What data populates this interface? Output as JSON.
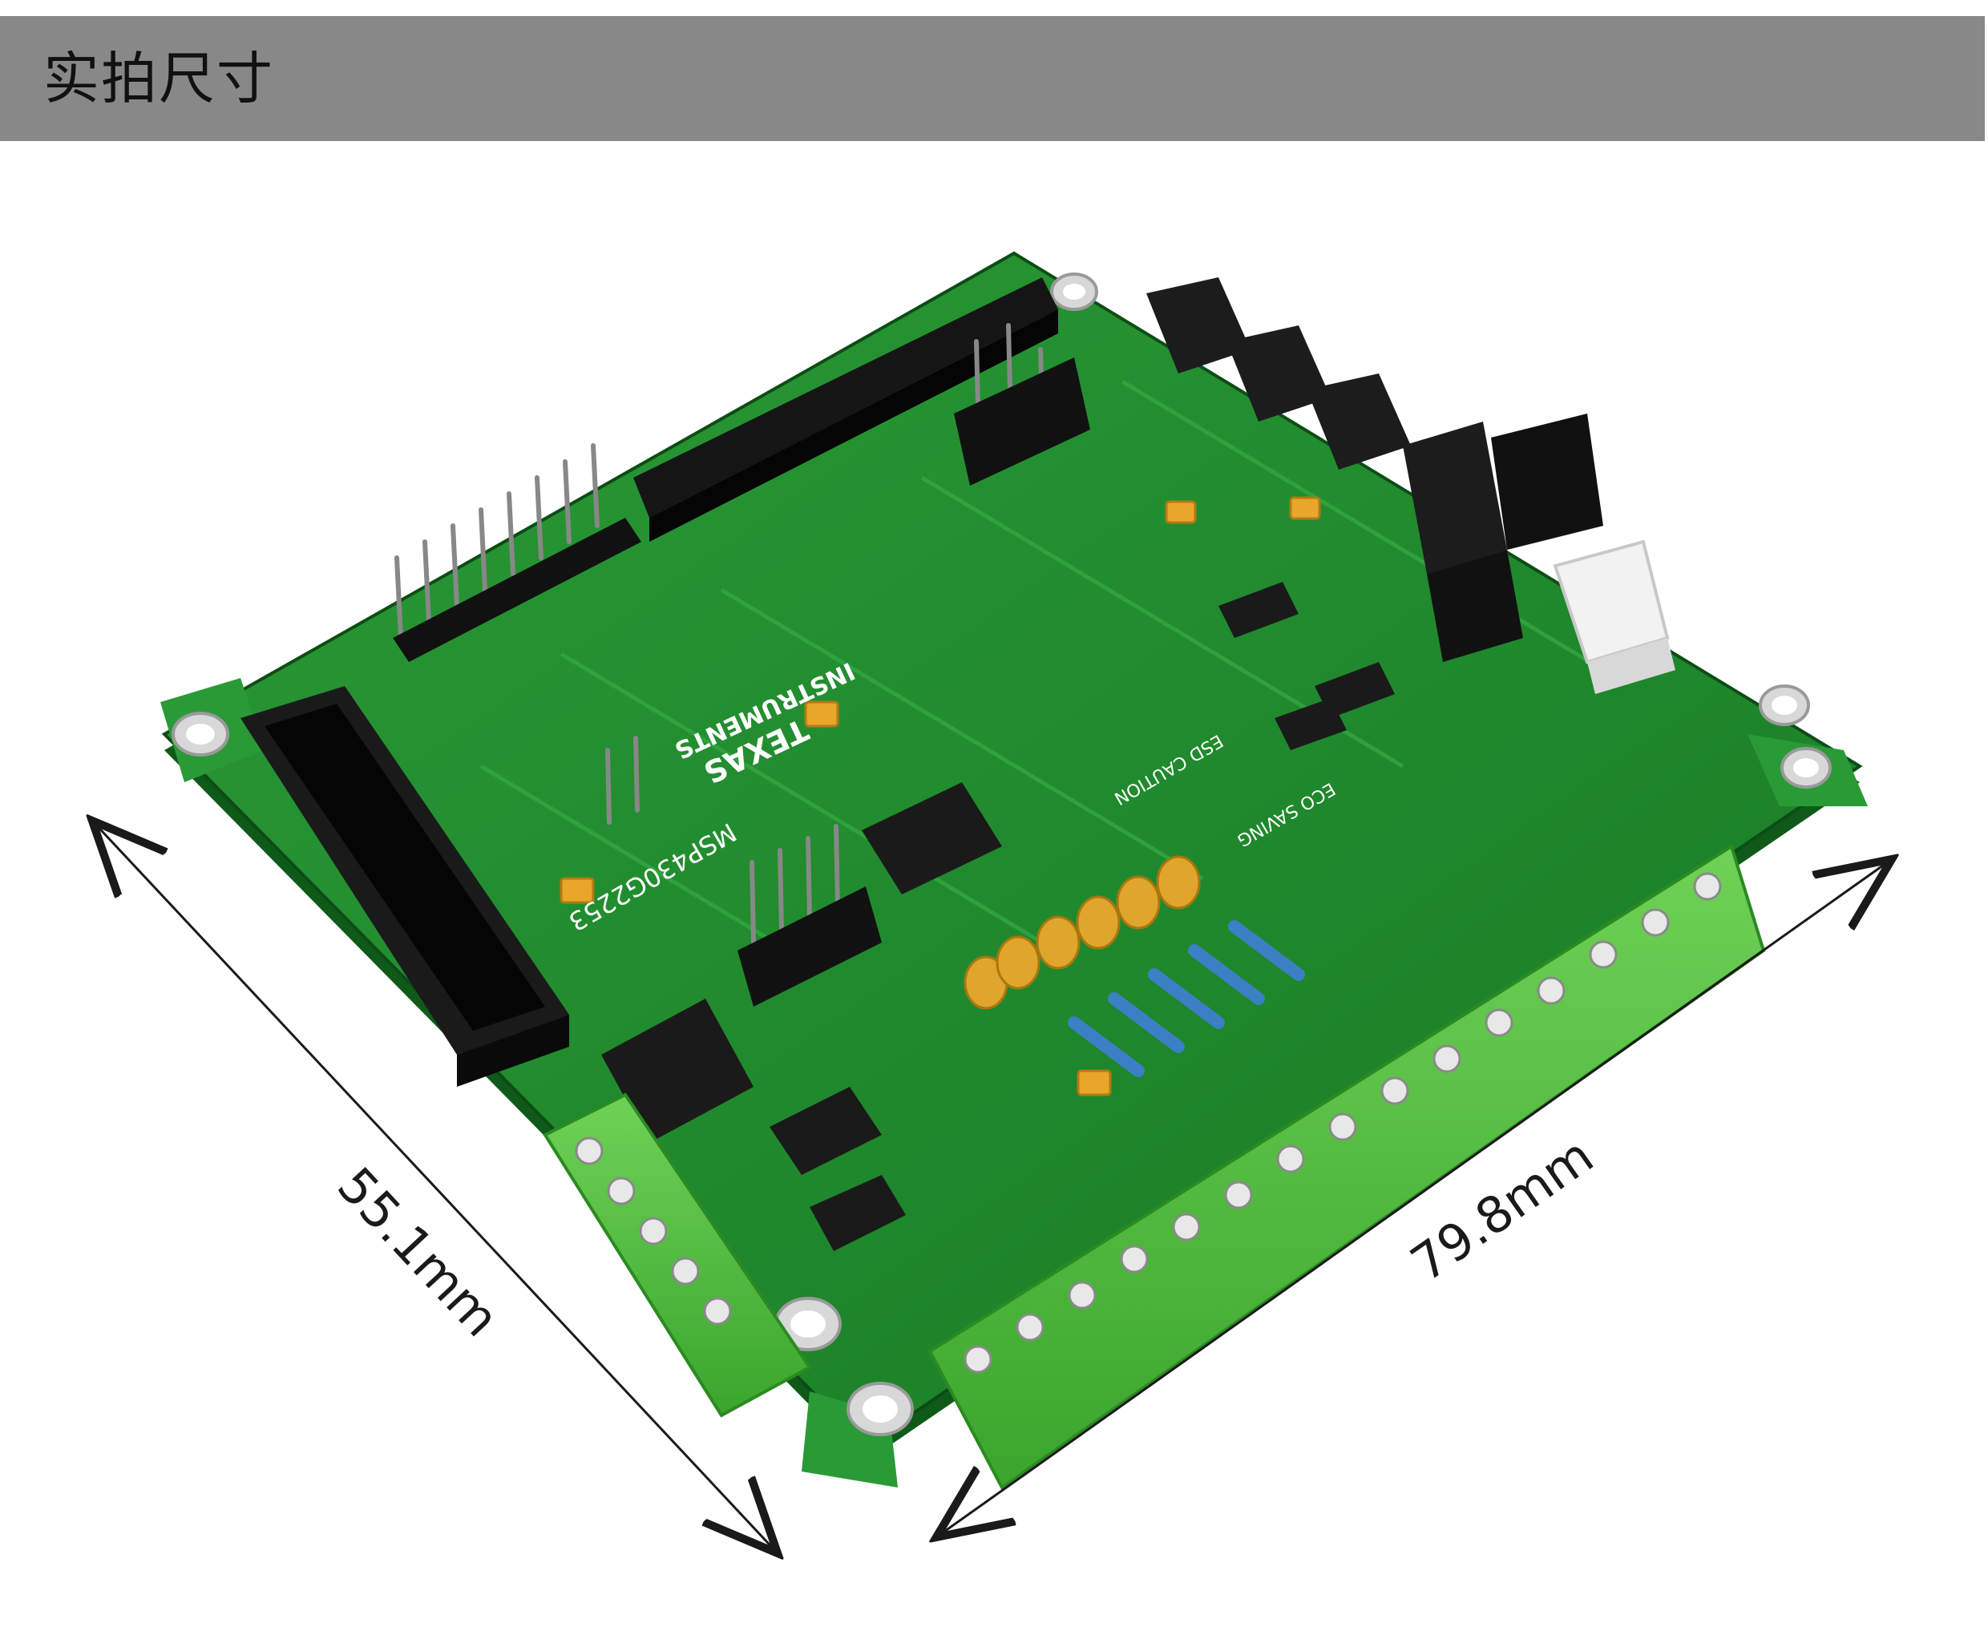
{
  "header": {
    "title": "实拍尺寸"
  },
  "dimensions": {
    "width_label": "55.1mm",
    "length_label": "79.8mm"
  },
  "board": {
    "silkscreen": {
      "brand_line1": "TEXAS",
      "brand_line2": "INSTRUMENTS",
      "mcu_label": "MSP430G2253",
      "esd_label": "ESD CAUTION",
      "eco_label": "ECO SAVING"
    }
  },
  "colors": {
    "header_bg": "#888888",
    "pcb_green": "#1f8a2e",
    "terminal_green": "#4fbe3a",
    "tantalum_yellow": "#e8a62a"
  }
}
